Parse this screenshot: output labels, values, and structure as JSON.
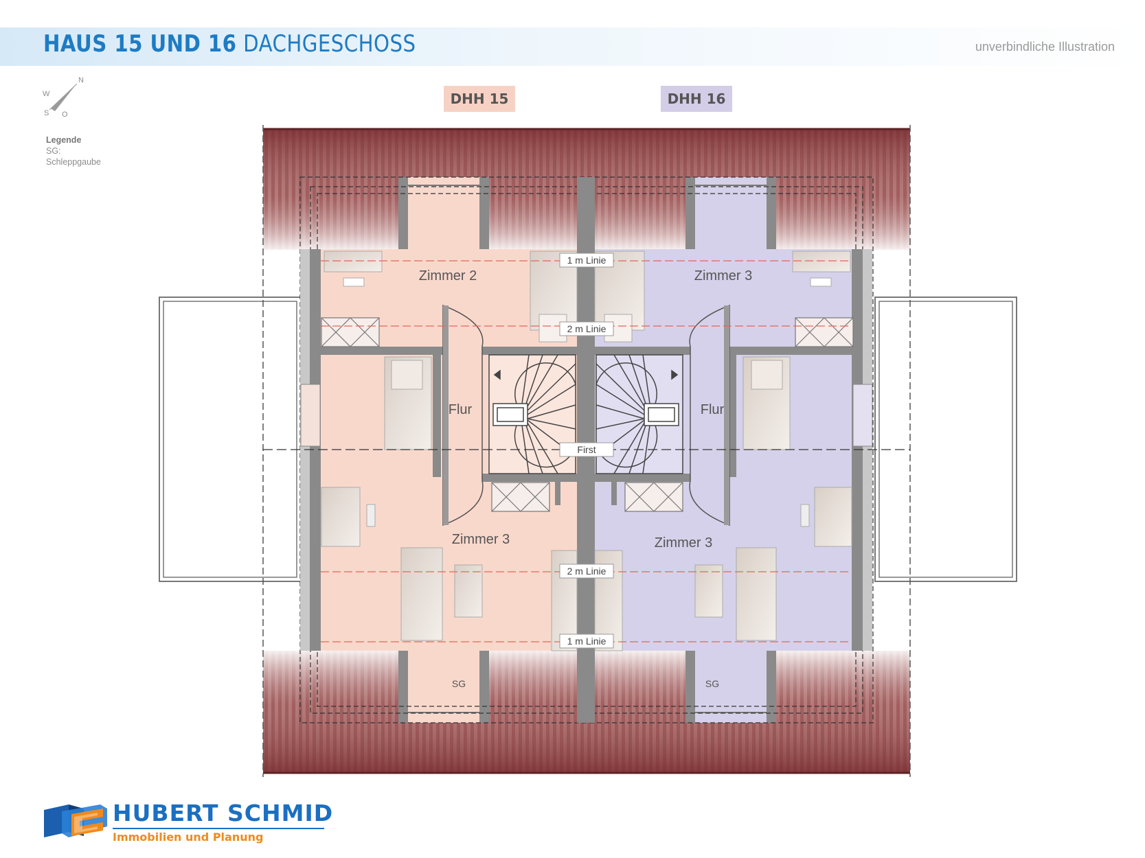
{
  "header": {
    "title_bold": "HAUS 15 UND 16",
    "title_light": "DACHGESCHOSS",
    "disclaimer": "unverbindliche Illustration"
  },
  "compass": {
    "n": "N",
    "w": "W",
    "s": "S",
    "o": "O"
  },
  "legend": {
    "heading": "Legende",
    "line1": "SG:",
    "line2": "Schleppgaube"
  },
  "houses": [
    {
      "tag": "DHH 15",
      "color": "#f7d2c4"
    },
    {
      "tag": "DHH 16",
      "color": "#d3cde8"
    }
  ],
  "rooms": {
    "dhh15_top": "Zimmer 2",
    "dhh16_top": "Zimmer 3",
    "dhh15_flur": "Flur",
    "dhh16_flur": "Flur",
    "dhh15_bottom": "Zimmer 3",
    "dhh16_bottom": "Zimmer 3",
    "dhh15_sg": "SG",
    "dhh16_sg": "SG"
  },
  "lines": {
    "top_1m": "1 m Linie",
    "top_2m": "2 m Linie",
    "first": "First",
    "bottom_2m": "2 m Linie",
    "bottom_1m": "1 m Linie"
  },
  "colors": {
    "dhh15_fill": "#f9d8cc",
    "dhh16_fill": "#d6d1ea",
    "roof": "#8a3e3e",
    "title": "#1e7bc3",
    "brand_blue": "#1b6fc0",
    "brand_orange": "#f08a1c"
  },
  "brand": {
    "name": "HUBERT SCHMID",
    "subtitle": "Immobilien und Planung"
  }
}
